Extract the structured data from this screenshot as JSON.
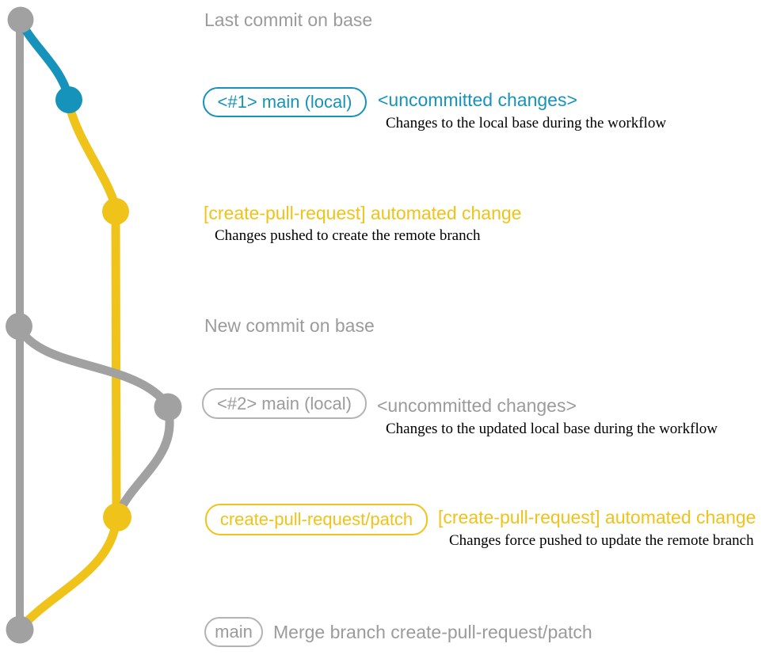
{
  "colors": {
    "gray": "#a1a1a1",
    "gray_text": "#9b9b9b",
    "gray_border": "#b3b3b3",
    "blue": "#1693bb",
    "yellow": "#efc319",
    "note_text": "#000000"
  },
  "graph": {
    "branches": [
      {
        "name": "base",
        "color_key": "gray"
      },
      {
        "name": "main (local)",
        "color_key": "blue"
      },
      {
        "name": "create-pull-request/patch",
        "color_key": "yellow"
      }
    ],
    "commits": [
      {
        "id": "base-tip",
        "branch": "base",
        "label": "Last commit on base"
      },
      {
        "id": "local-main-1",
        "branch": "main (local)",
        "label": "<#1> main (local) <uncommitted changes>"
      },
      {
        "id": "automated-change-1",
        "branch": "create-pull-request/patch",
        "label": "[create-pull-request] automated change"
      },
      {
        "id": "base-new",
        "branch": "base",
        "label": "New commit on base"
      },
      {
        "id": "local-main-2",
        "branch": "main (local)",
        "label": "<#2> main (local) <uncommitted changes>"
      },
      {
        "id": "automated-change-2",
        "branch": "create-pull-request/patch",
        "label": "create-pull-request/patch [create-pull-request] automated change"
      },
      {
        "id": "merge-commit",
        "branch": "base",
        "label": "Merge branch create-pull-request/patch"
      }
    ]
  },
  "annotations": {
    "last_commit_title": "Last commit on base",
    "commit1": {
      "pill": "<#1> main (local)",
      "tag": "<uncommitted changes>",
      "note": "Changes to the local base during the workflow"
    },
    "commit2": {
      "tag": "[create-pull-request] automated change",
      "note": "Changes pushed to create the remote branch"
    },
    "new_commit_title": "New commit on base",
    "commit3": {
      "pill": "<#2> main (local)",
      "tag": "<uncommitted changes>",
      "note": "Changes to the updated local base during the workflow"
    },
    "commit4": {
      "pill": "create-pull-request/patch",
      "tag": "[create-pull-request] automated change",
      "note": "Changes force pushed to update the remote branch"
    },
    "merge": {
      "pill": "main",
      "message": "Merge branch create-pull-request/patch"
    }
  }
}
